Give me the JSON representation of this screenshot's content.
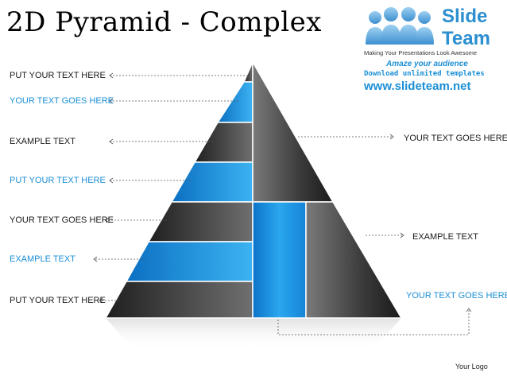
{
  "title": "2D Pyramid - Complex",
  "brand": {
    "word1": "Slide",
    "word2": "Team",
    "tagline": "Making Your Presentations Look Awesome",
    "amaze": "Amaze your audience",
    "download": "Download unlimited templates",
    "url": "www.slideteam.net"
  },
  "left_labels": [
    "PUT YOUR TEXT HERE",
    "YOUR TEXT GOES HERE",
    "EXAMPLE TEXT",
    "PUT YOUR TEXT HERE",
    "YOUR TEXT GOES HERE",
    "EXAMPLE TEXT",
    "PUT YOUR TEXT HERE"
  ],
  "right_labels": [
    "YOUR TEXT GOES HERE",
    "EXAMPLE TEXT",
    "YOUR TEXT GOES HERE"
  ],
  "footer": "Your Logo",
  "colors": {
    "blue": "#1e9be0",
    "dark": "#3a3a3a",
    "label_blue": "#1b8fd6",
    "label_dark": "#1a1a1a"
  }
}
